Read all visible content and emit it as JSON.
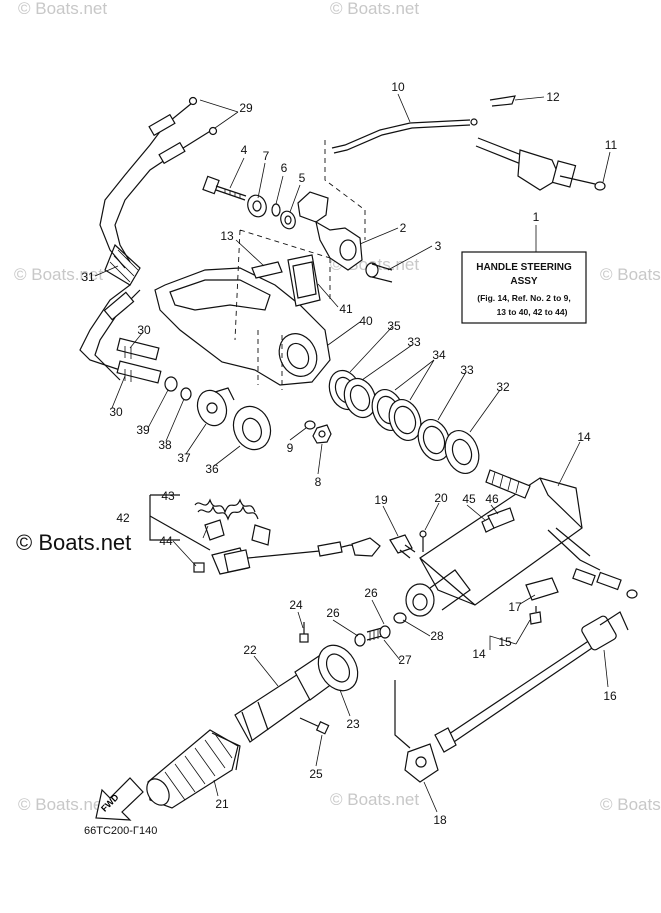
{
  "watermark": "© Boats.net",
  "watermark_main": "© Boats.net",
  "info_box": {
    "line1": "HANDLE STEERING",
    "line2": "ASSY",
    "line3": "(Fig. 14, Ref. No. 2 to 9,",
    "line4": "13 to 40, 42 to 44)"
  },
  "fwd_label": "FWD",
  "diagram_code": "66TC200-Γ140",
  "callouts": {
    "c1": "1",
    "c2": "2",
    "c3": "3",
    "c4": "4",
    "c5": "5",
    "c6": "6",
    "c7": "7",
    "c8": "8",
    "c9": "9",
    "c10": "10",
    "c11": "11",
    "c12": "12",
    "c13": "13",
    "c14a": "14",
    "c14b": "14",
    "c15": "15",
    "c16": "16",
    "c17": "17",
    "c18": "18",
    "c19": "19",
    "c20": "20",
    "c21": "21",
    "c22": "22",
    "c23": "23",
    "c24": "24",
    "c25": "25",
    "c26a": "26",
    "c26b": "26",
    "c27": "27",
    "c28": "28",
    "c29": "29",
    "c30a": "30",
    "c30b": "30",
    "c31": "31",
    "c32": "32",
    "c33a": "33",
    "c33b": "33",
    "c34": "34",
    "c35": "35",
    "c36": "36",
    "c37": "37",
    "c38": "38",
    "c39": "39",
    "c40": "40",
    "c41": "41",
    "c42": "42",
    "c43": "43",
    "c44": "44",
    "c45": "45",
    "c46": "46"
  }
}
